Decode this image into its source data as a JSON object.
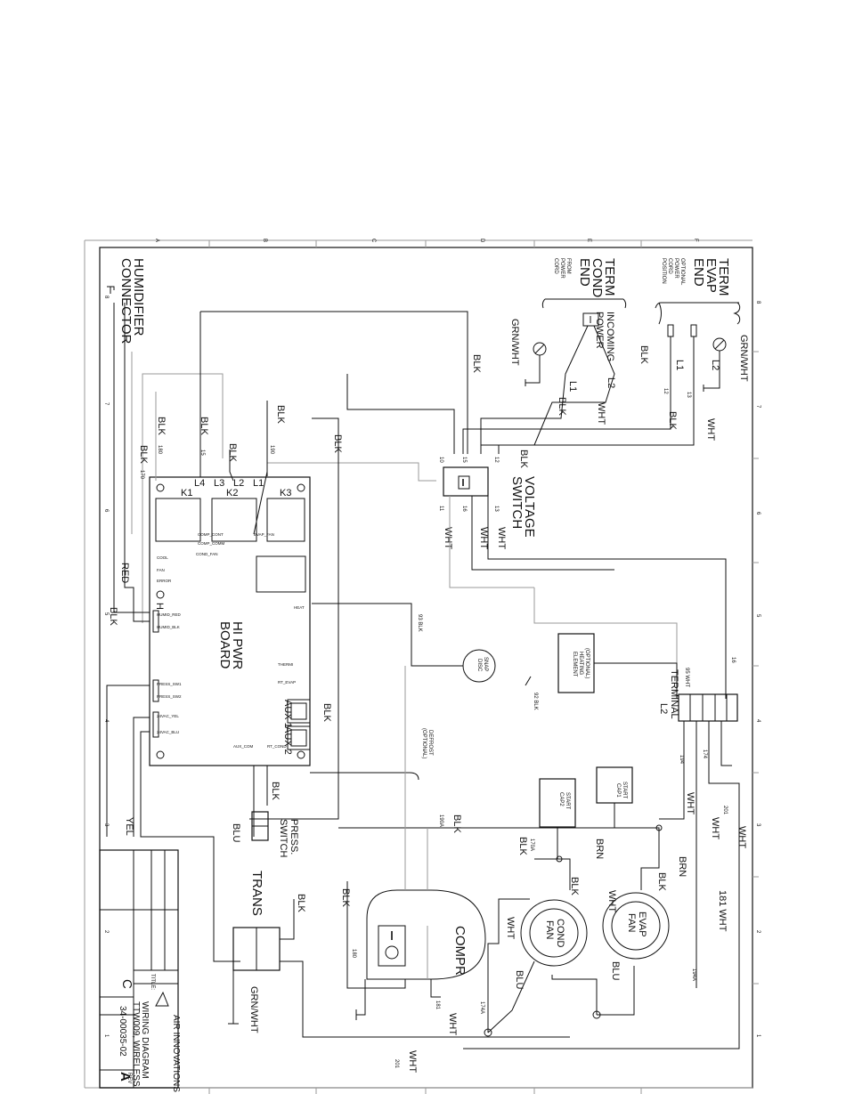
{
  "titles": {
    "term_evap_end": [
      "TERM",
      "EVAP",
      "END"
    ],
    "optional_power_cord": [
      "OPTIONAL",
      "POWER",
      "CORD",
      "POSITION"
    ],
    "term_cond_end": [
      "TERM",
      "COND",
      "END"
    ],
    "from_power_cord": [
      "FROM",
      "POWER",
      "CORD"
    ],
    "incoming_power": [
      "INCOMING",
      "POWER"
    ],
    "humidifier_connector": [
      "HUMIDIFIER",
      "CONNECTOR"
    ],
    "voltage_switch": [
      "VOLTAGE",
      "SWITCH"
    ],
    "hi_pwr_board": [
      "HI PWR",
      "BOARD"
    ],
    "terminal": [
      "TERMINAL",
      "L2"
    ],
    "press_switch": [
      "PRESS.",
      "SWITCH"
    ],
    "trans": "TRANS",
    "compr": "COMPR",
    "cond_fan": [
      "COND",
      "FAN"
    ],
    "evap_fan": [
      "EVAP",
      "FAN"
    ],
    "snap_disc": [
      "SNAP",
      "DISC"
    ],
    "heating_element": [
      "(OPTIONAL)",
      "HEATING",
      "ELEMENT"
    ],
    "start_cap1": [
      "START",
      "CAP1"
    ],
    "start_cap2": [
      "START",
      "CAP2"
    ],
    "defrost": [
      "DEFROST",
      "(OPTIONAL)"
    ]
  },
  "wire_labels": {
    "grn_wht": "GRN/WHT",
    "blk": "BLK",
    "wht": "WHT",
    "red": "RED",
    "yel": "YEL",
    "blu": "BLU",
    "brn": "BRN",
    "l1": "L1",
    "l2": "L2",
    "l3": "L3",
    "l4": "L4",
    "w10": "10",
    "w11": "11",
    "w12": "12",
    "w13": "13",
    "w15": "15",
    "w16": "16",
    "w170": "170",
    "w180": "180",
    "w181": "181",
    "w190": "190",
    "w194": "194",
    "w201": "201",
    "w93blk": "93 BLK",
    "w92blk": "92 BLK",
    "w95wht": "95 WHT",
    "w174": "174",
    "w174a": "174A",
    "w181wht": "181 WHT",
    "w190a": "190A",
    "w170a": "170A",
    "w194a": "194A",
    "k1": "K1",
    "k2": "K2",
    "k3": "K3",
    "aux1": "AUX 1",
    "aux2": "AUX 2",
    "h": "H"
  },
  "board_pins": [
    "COMP_CONT",
    "COMP_COMM",
    "EVAP_FAN",
    "COND_FAN",
    "HEAT",
    "COOL",
    "FAN",
    "ERROR",
    "HUMID_RED",
    "HUMID_BLK",
    "PRESS_SW1",
    "PRESS_SW2",
    "24VAC_YEL",
    "24VAC_BLU",
    "THERMI",
    "RT_EVAP",
    "RT_COND",
    "AUX_COM"
  ],
  "title_block": {
    "company": "AIR INNOVATIONS",
    "title": [
      "WIRING DIAGRAM",
      "TTW009, WIRELESS"
    ],
    "drawing_no": "34-00035-02",
    "size": "C",
    "rev_label": "REV",
    "rev": "A",
    "title_label": "TITLE:"
  },
  "grid": {
    "letters": [
      "A",
      "B",
      "C",
      "D",
      "E",
      "F"
    ],
    "numbers": [
      "8",
      "7",
      "6",
      "5",
      "4",
      "3",
      "2",
      "1"
    ]
  }
}
